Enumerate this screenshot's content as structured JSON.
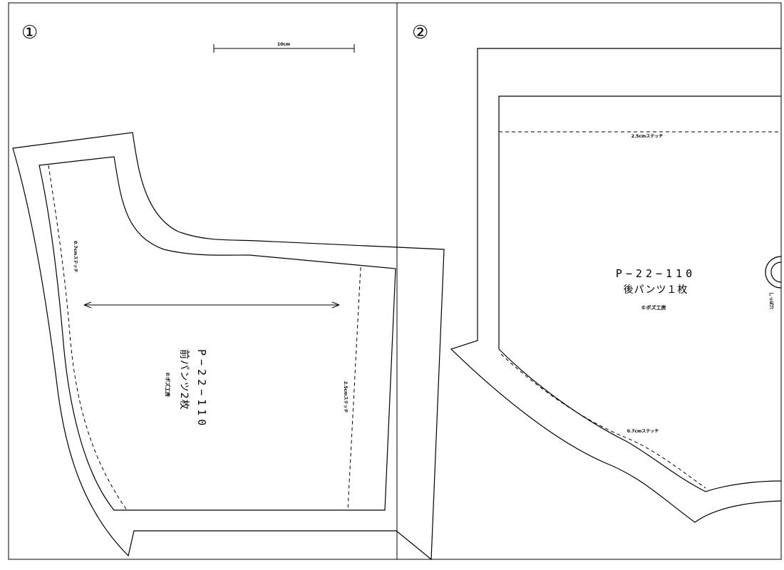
{
  "panels": {
    "left_number": "①",
    "right_number": "②"
  },
  "scale": {
    "label": "10cm"
  },
  "front_piece": {
    "code": "P−22−110",
    "name": "前パンツ2枚",
    "credit": "©ポズ工房",
    "stitch_left": "0.7cmステッチ",
    "stitch_right": "2.5cmステッチ"
  },
  "back_piece": {
    "code": "P−22−110",
    "name": "後パンツ１枚",
    "credit": "©ポズ工房",
    "stitch_top": "2.5cmステッチ",
    "stitch_curve": "0.7cmステッチ",
    "tail_hole": "しっぽ穴"
  }
}
